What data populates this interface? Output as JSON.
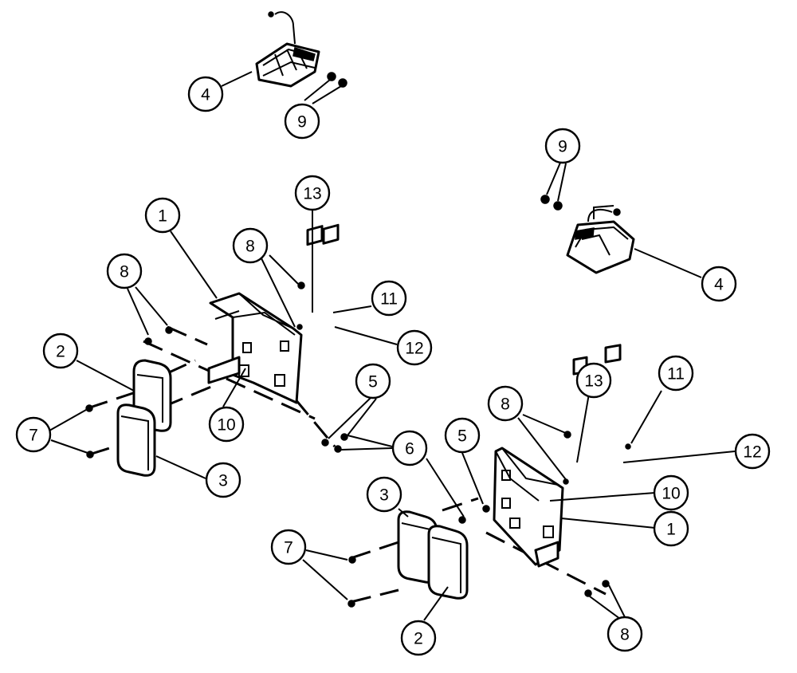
{
  "diagram": {
    "colors": {
      "ink": "#000000",
      "paper": "#ffffff"
    },
    "callouts": [
      {
        "id": "c-4-top",
        "label": "4"
      },
      {
        "id": "c-9-top",
        "label": "9"
      },
      {
        "id": "c-9-right",
        "label": "9"
      },
      {
        "id": "c-4-right",
        "label": "4"
      },
      {
        "id": "c-1-left",
        "label": "1"
      },
      {
        "id": "c-13-top",
        "label": "13"
      },
      {
        "id": "c-8-mid",
        "label": "8"
      },
      {
        "id": "c-8-left",
        "label": "8"
      },
      {
        "id": "c-11-left",
        "label": "11"
      },
      {
        "id": "c-12-left",
        "label": "12"
      },
      {
        "id": "c-2-left",
        "label": "2"
      },
      {
        "id": "c-10-left",
        "label": "10"
      },
      {
        "id": "c-5-left",
        "label": "5"
      },
      {
        "id": "c-7-left",
        "label": "7"
      },
      {
        "id": "c-6-left",
        "label": "6"
      },
      {
        "id": "c-3-left",
        "label": "3"
      },
      {
        "id": "c-13-right",
        "label": "13"
      },
      {
        "id": "c-11-right",
        "label": "11"
      },
      {
        "id": "c-8-right",
        "label": "8"
      },
      {
        "id": "c-5-right",
        "label": "5"
      },
      {
        "id": "c-12-right",
        "label": "12"
      },
      {
        "id": "c-10-right",
        "label": "10"
      },
      {
        "id": "c-3-right",
        "label": "3"
      },
      {
        "id": "c-1-right",
        "label": "1"
      },
      {
        "id": "c-7-right",
        "label": "7"
      },
      {
        "id": "c-2-right",
        "label": "2"
      },
      {
        "id": "c-8-bottom",
        "label": "8"
      }
    ]
  }
}
